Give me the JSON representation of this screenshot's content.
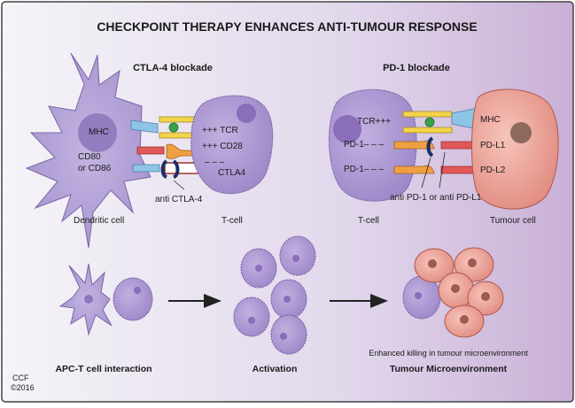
{
  "title": "CHECKPOINT THERAPY ENHANCES ANTI-TUMOUR RESPONSE",
  "ctla4_panel": {
    "heading": "CTLA-4 blockade",
    "mhc": "MHC",
    "cd80": "CD80",
    "cd86": "or CD86",
    "tcr": "+++ TCR",
    "cd28": "+++ CD28",
    "ctla4_dashes": "– – –",
    "ctla4": "CTLA4",
    "antibody": "anti CTLA-4",
    "dendritic_cell": "Dendritic cell",
    "t_cell": "T-cell"
  },
  "pd1_panel": {
    "heading": "PD-1 blockade",
    "tcr": "TCR+++",
    "pd1_a": "PD-1– – –",
    "pd1_b": "PD-1– – –",
    "mhc": "MHC",
    "pdl1": "PD-L1",
    "pdl2": "PD-L2",
    "antibody": "anti PD-1 or anti PD-L1",
    "t_cell": "T-cell",
    "tumour_cell": "Tumour cell"
  },
  "bottom": {
    "interaction": "APC-T cell interaction",
    "activation": "Activation",
    "killing": "Enhanced killing in tumour microenvironment",
    "microenvironment": "Tumour Microenvironment"
  },
  "credit": {
    "line1": "CCF",
    "line2": "©2016"
  }
}
